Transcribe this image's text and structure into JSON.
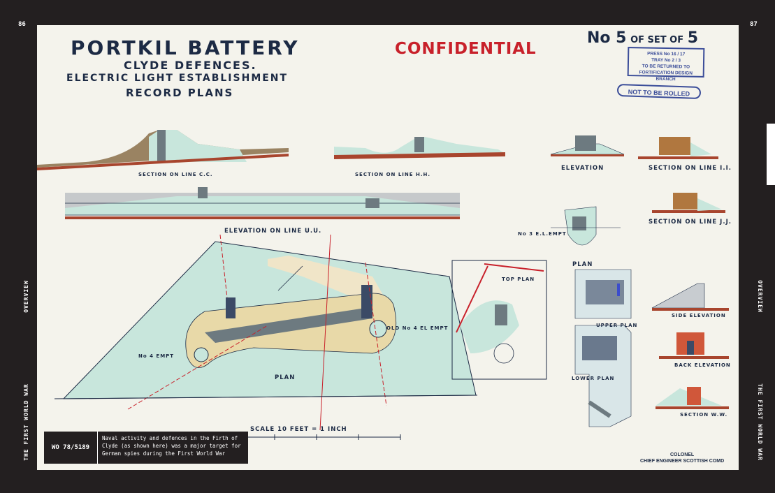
{
  "page": {
    "left_number": "86",
    "right_number": "87",
    "spine_left_upper": "OVERVIEW",
    "spine_left_lower": "THE FIRST WORLD WAR",
    "spine_right_upper": "OVERVIEW",
    "spine_right_lower": "THE FIRST WORLD WAR"
  },
  "drawing": {
    "title_line1": "PORTKIL BATTERY",
    "title_line2": "CLYDE DEFENCES.",
    "title_line3": "ELECTRIC LIGHT ESTABLISHMENT",
    "title_line4": "RECORD PLANS",
    "confidential": "CONFIDENTIAL",
    "set_no": "No 5",
    "set_of": "OF SET OF",
    "set_total": "5",
    "stamp_line1": "PRESS No 16 / 17",
    "stamp_line2": "TRAY No 2 / 3",
    "stamp_line3": "TO BE RETURNED TO",
    "stamp_line4": "FORTIFICATION DESIGN BRANCH",
    "not_rolled": "NOT TO BE ROLLED",
    "labels": {
      "section_cc": "SECTION ON LINE C.C.",
      "section_hh": "SECTION ON LINE H.H.",
      "elevation_uu": "ELEVATION ON LINE U.U.",
      "elevation": "ELEVATION",
      "section_ii": "SECTION ON LINE I.I.",
      "section_jj": "SECTION ON LINE J.J.",
      "plan_main": "PLAN",
      "plan_small": "PLAN",
      "top_plan": "TOP PLAN",
      "upper_plan": "UPPER PLAN",
      "lower_plan": "LOWER PLAN",
      "side_elevation": "SIDE ELEVATION",
      "back_elevation": "BACK ELEVATION",
      "section_ww": "SECTION W.W.",
      "no4_empt": "No 4 EMPT",
      "no3_empt": "No 3 E.L.EMPT",
      "old_no4": "OLD No 4 EL EMPT",
      "scale": "SCALE 10 FEET = 1 INCH",
      "colonel": "COLONEL",
      "chief_engineer": "CHIEF ENGINEER SCOTTISH COMD"
    }
  },
  "caption": {
    "reference": "WO 78/5189",
    "text": "Naval activity and defences in the Firth of Clyde (as shown here) was a major target for German spies during the First World War"
  },
  "colors": {
    "background": "#231f20",
    "paper": "#f4f3ec",
    "ink": "#1c2a44",
    "red": "#c8202a",
    "stamp": "#3b4d99",
    "water": "#c8e6dc"
  }
}
